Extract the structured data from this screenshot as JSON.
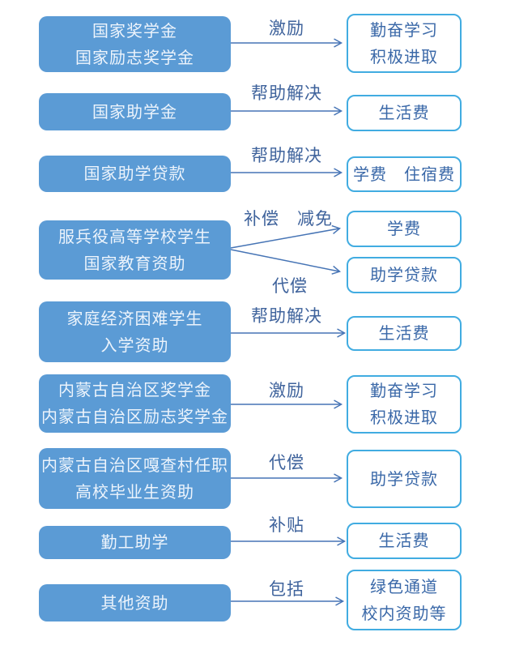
{
  "diagram": {
    "title": "",
    "rows": [
      {
        "source": {
          "lines": [
            "国家奖学金",
            "国家励志奖学金"
          ]
        },
        "relation": "激励",
        "targets": [
          {
            "lines": [
              "勤奋学习",
              "积极进取"
            ]
          }
        ]
      },
      {
        "source": {
          "lines": [
            "国家助学金"
          ]
        },
        "relation": "帮助解决",
        "targets": [
          {
            "lines": [
              "生活费"
            ]
          }
        ]
      },
      {
        "source": {
          "lines": [
            "国家助学贷款"
          ]
        },
        "relation": "帮助解决",
        "targets": [
          {
            "lines": [
              "学费　住宿费"
            ]
          }
        ]
      },
      {
        "source": {
          "lines": [
            "服兵役高等学校学生",
            "国家教育资助"
          ]
        },
        "branches": [
          {
            "relation": "补偿　减免",
            "target": {
              "lines": [
                "学费"
              ]
            }
          },
          {
            "relation": "代偿",
            "target": {
              "lines": [
                "助学贷款"
              ]
            }
          }
        ]
      },
      {
        "source": {
          "lines": [
            "家庭经济困难学生",
            "入学资助"
          ]
        },
        "relation": "帮助解决",
        "targets": [
          {
            "lines": [
              "生活费"
            ]
          }
        ]
      },
      {
        "source": {
          "lines": [
            "内蒙古自治区奖学金",
            "内蒙古自治区励志奖学金"
          ]
        },
        "relation": "激励",
        "targets": [
          {
            "lines": [
              "勤奋学习",
              "积极进取"
            ]
          }
        ]
      },
      {
        "source": {
          "lines": [
            "内蒙古自治区嘎查村任职",
            "高校毕业生资助"
          ]
        },
        "relation": "代偿",
        "targets": [
          {
            "lines": [
              "助学贷款"
            ]
          }
        ]
      },
      {
        "source": {
          "lines": [
            "勤工助学"
          ]
        },
        "relation": "补贴",
        "targets": [
          {
            "lines": [
              "生活费"
            ]
          }
        ]
      },
      {
        "source": {
          "lines": [
            "其他资助"
          ]
        },
        "relation": "包括",
        "targets": [
          {
            "lines": [
              "绿色通道",
              "校内资助等"
            ]
          }
        ]
      }
    ],
    "colors": {
      "source_box_fill": "#5B9BD5",
      "source_box_text": "#EDF4FC",
      "target_box_border": "#41ACE1",
      "target_box_text": "#3A68A8",
      "relation_text": "#3F639C",
      "arrow": "#4674B5",
      "background": "#FFFFFF"
    }
  }
}
